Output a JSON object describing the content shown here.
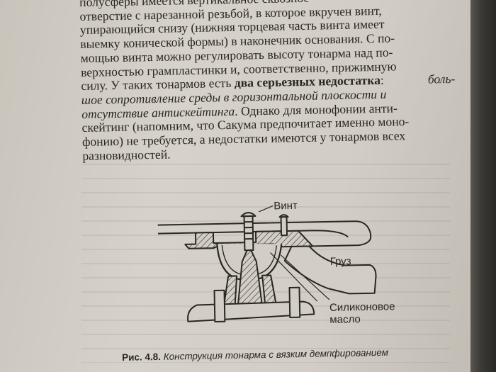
{
  "text": {
    "lines": [
      [
        "полусферы имеется вертикальное сквозное"
      ],
      [
        "отверстие с нарезанной резьбой, в которое вкручен винт,"
      ],
      [
        "упирающийся снизу (нижняя торцевая часть винта имеет"
      ],
      [
        "выемку конической формы) в наконечник основания. С по-"
      ],
      [
        "мощью винта можно регулировать высоту тонарма над по-"
      ],
      [
        "верхностью грампластинки и, соответственно, прижимную"
      ],
      [
        "силу. У таких тонармов есть ",
        "два серьезных недостатка",
        ": ",
        "боль-"
      ],
      [
        "шое сопротивление среды в горизонтальной плоскости и"
      ],
      [
        "отсутствие антискейтинга",
        ". Однако для монофонии анти-"
      ],
      [
        "скейтинг (напомним, что Сакума предпочитает именно моно-"
      ],
      [
        "фонию) не требуется, а недостатки имеются у тонармов всех"
      ],
      [
        "разновидностей."
      ]
    ]
  },
  "figure": {
    "label_vint": "Винт",
    "label_gruz": "Груз",
    "label_silicone_1": "Силиконовое",
    "label_silicone_2": "масло"
  },
  "caption": {
    "number": "Рис. 4.8.",
    "text": "Конструкция тонарма с вязким демпфированием"
  }
}
